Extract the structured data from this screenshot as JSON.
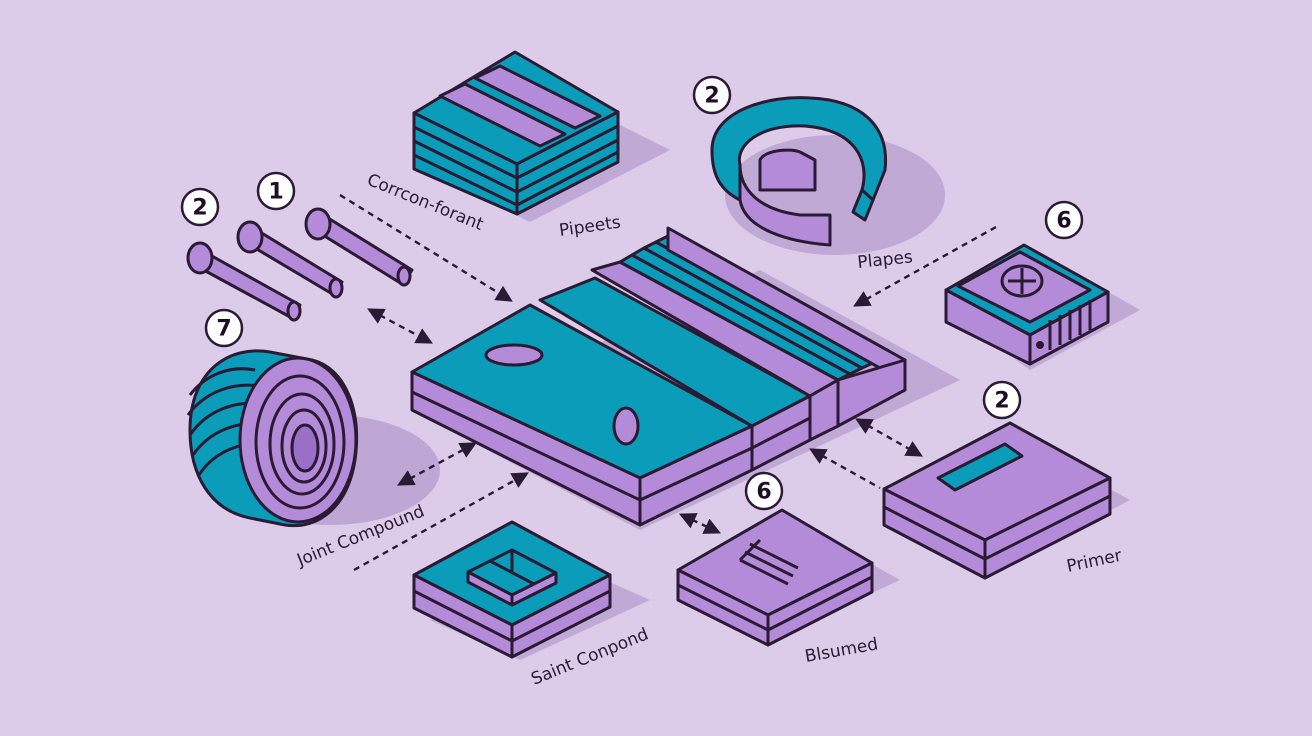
{
  "colors": {
    "background": "#dccbe9",
    "teal": "#0a9cb9",
    "purple": "#b48bd9",
    "purple_dark": "#9a6fc7",
    "outline": "#2a1a33",
    "shadow": "#b49bcc"
  },
  "labels": {
    "corrosion": "Corrcon-forant",
    "pipeets": "Pipeets",
    "plapes": "Plapes",
    "joint": "Joint Compound",
    "saint": "Saint Conpond",
    "blsumed": "Blsumed",
    "primer": "Primer"
  },
  "badges": {
    "rods_a": "2",
    "rods_b": "1",
    "ring": "2",
    "block": "6",
    "coil": "7",
    "primer": "2",
    "tile": "6"
  },
  "icons": {
    "bolts": "bolt-icon",
    "coil": "coil-icon",
    "ring": "tape-ring-icon",
    "stack": "layer-stack-icon"
  }
}
